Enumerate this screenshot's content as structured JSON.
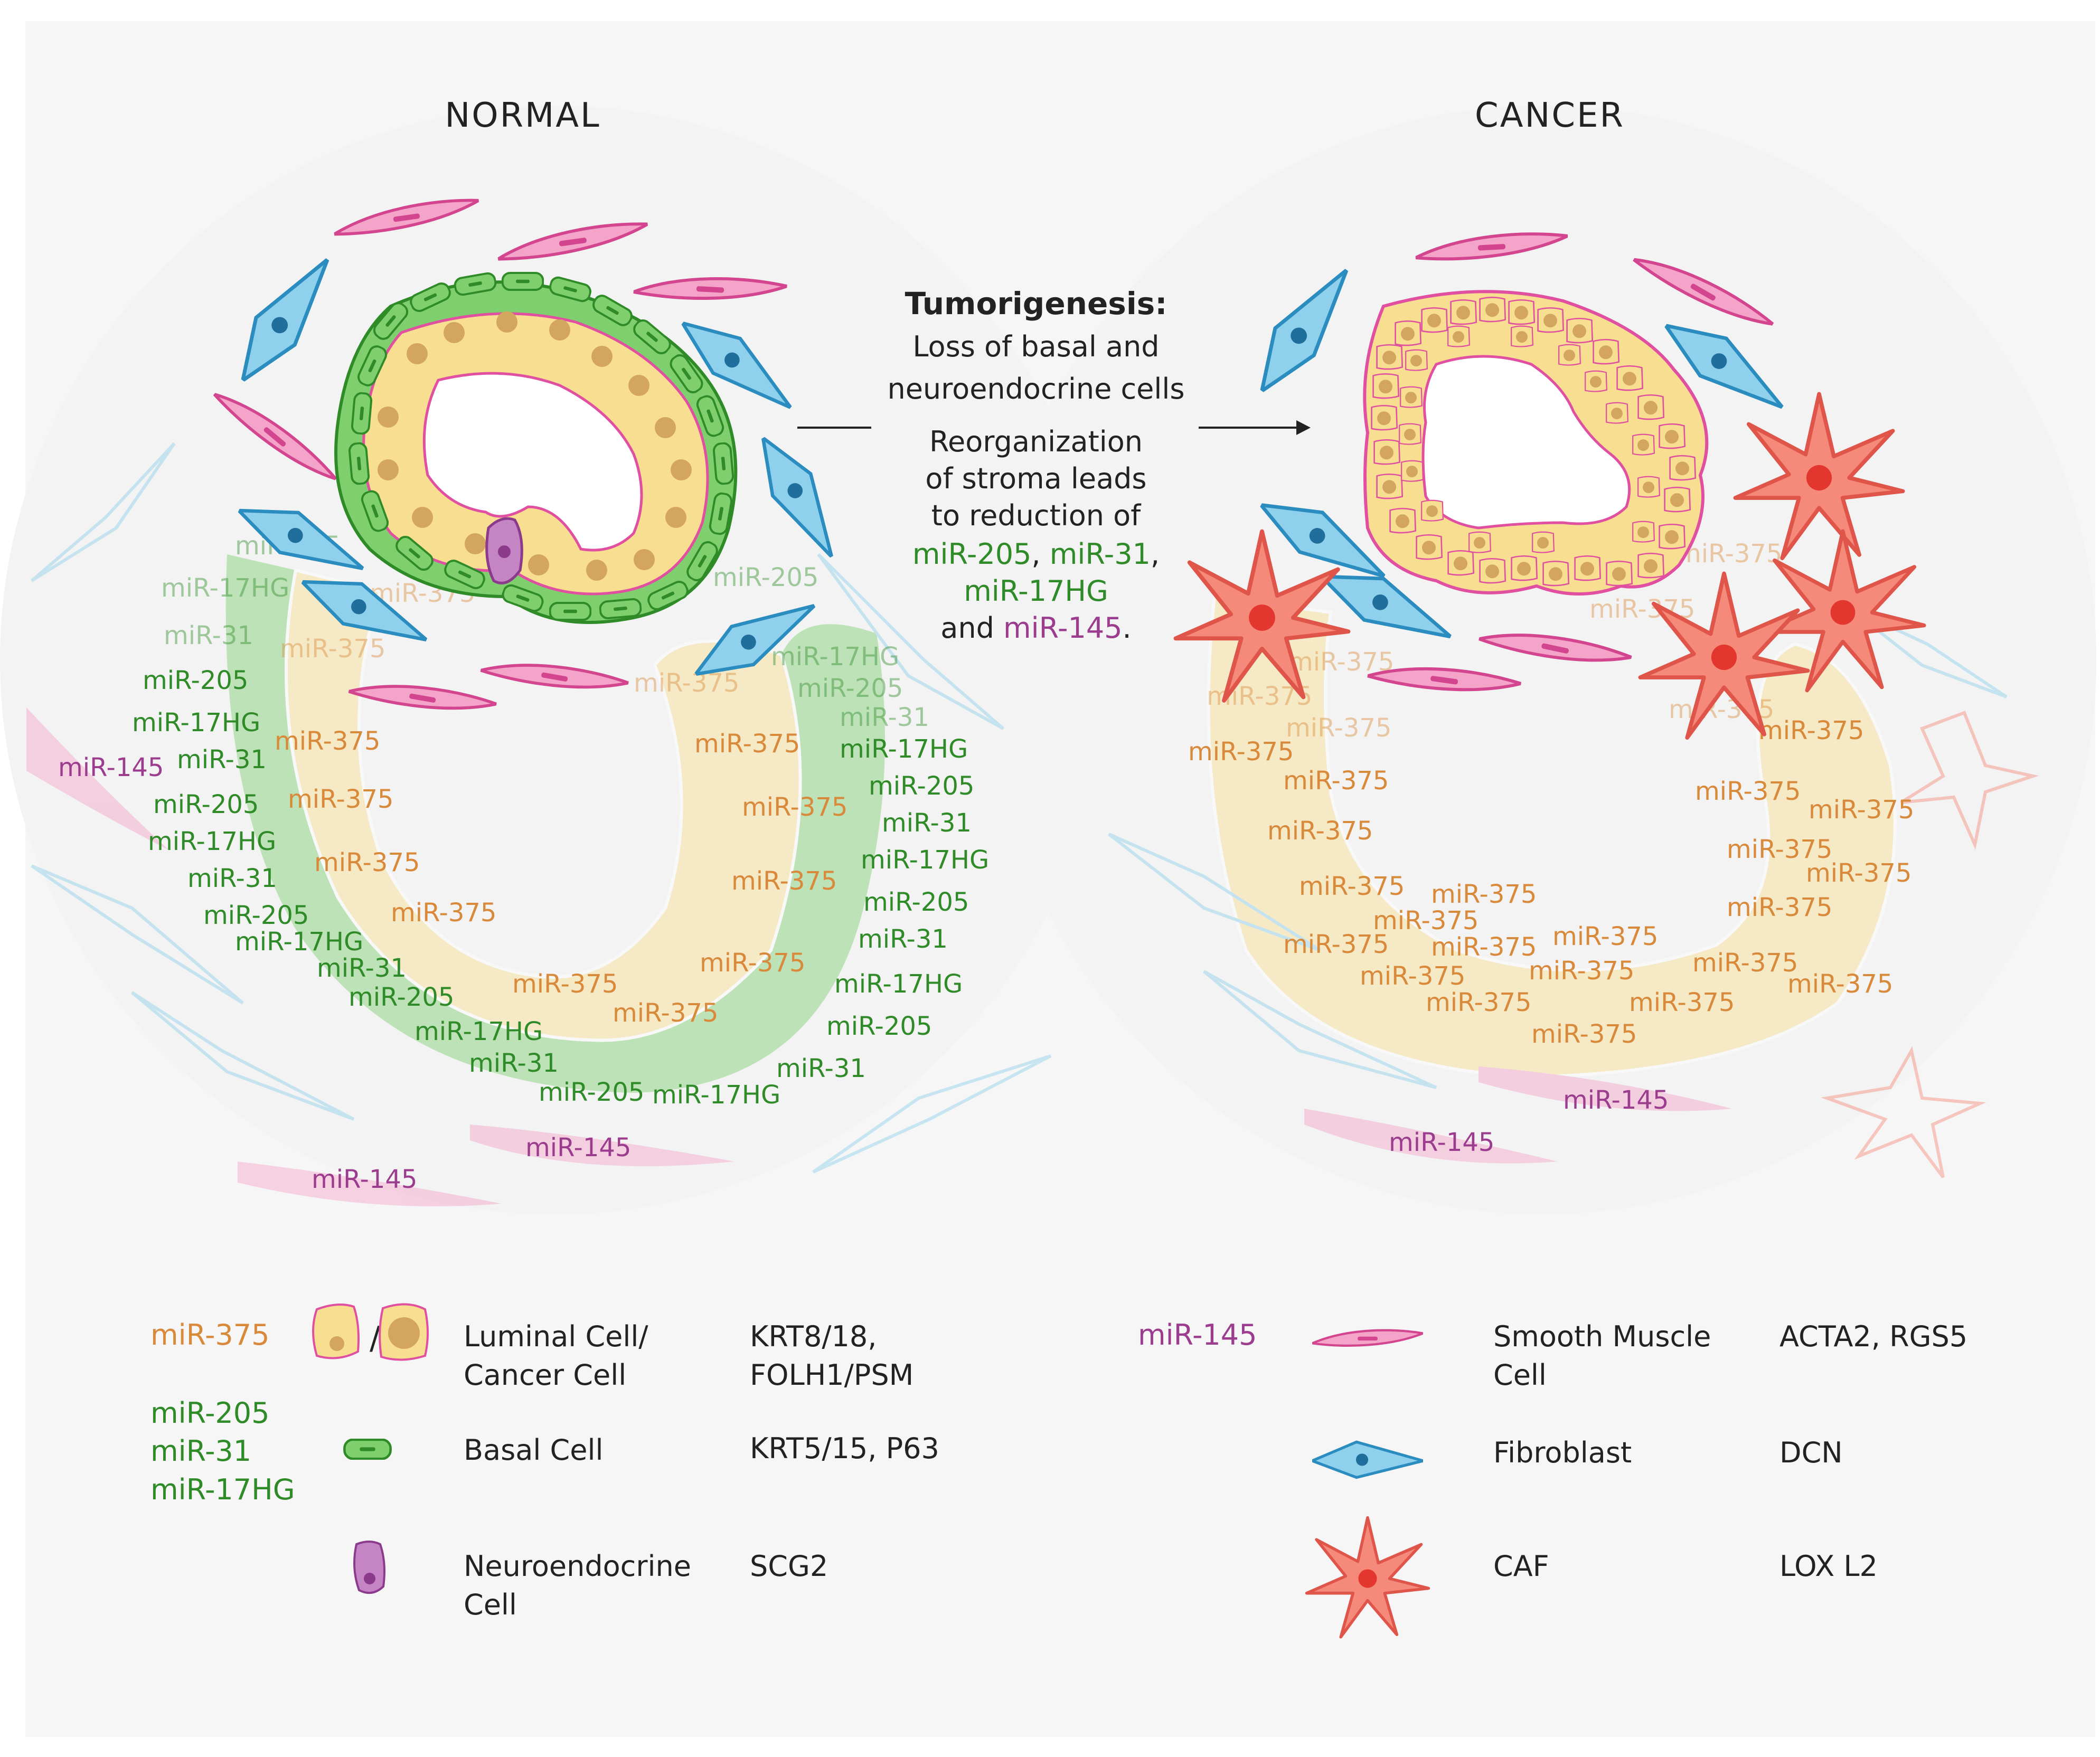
{
  "panels": {
    "normal_title": "NORMAL",
    "cancer_title": "CANCER"
  },
  "center": {
    "heading": "Tumorigenesis:",
    "line1": "Loss of basal and",
    "line2": "neuroendocrine cells",
    "line3": "Reorganization",
    "line4": "of stroma leads",
    "line5": "to reduction of",
    "mir_205": "miR-205",
    "comma1": ", ",
    "mir_31": "miR-31",
    "comma2": ",",
    "mir_17hg": "miR-17HG",
    "and_text": "and ",
    "mir_145": "miR-145",
    "period": "."
  },
  "mirna": {
    "m375": "miR-375",
    "m205": "miR-205",
    "m31": "miR-31",
    "m17hg": "miR-17HG",
    "m145": "miR-145"
  },
  "legend": {
    "left": [
      {
        "mirna": [
          "miR-375"
        ],
        "cell": "Luminal Cell/",
        "cell2": "Cancer Cell",
        "marker": "KRT8/18,",
        "marker2": "FOLH1/PSM"
      },
      {
        "mirna": [
          "miR-205",
          "miR-31",
          "miR-17HG"
        ],
        "cell": "Basal Cell",
        "cell2": "",
        "marker": "KRT5/15, P63",
        "marker2": ""
      },
      {
        "mirna": [],
        "cell": "Neuroendocrine",
        "cell2": "Cell",
        "marker": "SCG2",
        "marker2": ""
      }
    ],
    "right": [
      {
        "mirna": [
          "miR-145"
        ],
        "cell": "Smooth Muscle",
        "cell2": "Cell",
        "marker": "ACTA2, RGS5",
        "marker2": ""
      },
      {
        "mirna": [],
        "cell": "Fibroblast",
        "cell2": "",
        "marker": "DCN",
        "marker2": ""
      },
      {
        "mirna": [],
        "cell": "CAF",
        "cell2": "",
        "marker": "LOX L2",
        "marker2": ""
      }
    ],
    "slash": "/"
  },
  "colors": {
    "luminal_fill": "#f8de91",
    "luminal_stroke": "#e04fa0",
    "nucleus": "#d4a55f",
    "basal_fill": "#7fcf6f",
    "basal_stroke": "#2e8b27",
    "neuro_fill": "#c584c4",
    "neuro_stroke": "#8b3a8c",
    "smooth_fill": "#f4a3c9",
    "smooth_stroke": "#d3458e",
    "fib_fill": "#8fd1ec",
    "fib_stroke": "#2b8cbf",
    "caf_fill": "#f58a7b",
    "caf_stroke": "#e0554a",
    "mir375": "#d9893a",
    "mir_green": "#2e8b27",
    "mir_purple": "#9b3c8e"
  }
}
